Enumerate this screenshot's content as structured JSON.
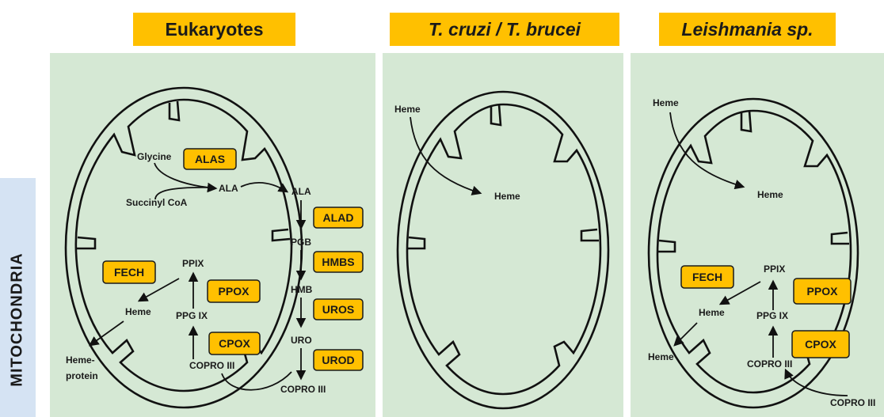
{
  "panels": [
    {
      "title": "Eukaryotes"
    },
    {
      "title": "T. cruzi / T. brucei"
    },
    {
      "title": "Leishmania sp."
    }
  ],
  "side_label": "MITOCHONDRIA",
  "eukaryotes": {
    "glycine": "Glycine",
    "succinyl_coa": "Succinyl CoA",
    "ala_inside": "ALA",
    "ala_outside": "ALA",
    "pgb": "PGB",
    "hmb": "HMB",
    "uro": "URO",
    "copro_outside": "COPRO III",
    "copro_inside": "COPRO III",
    "ppg_ix": "PPG IX",
    "ppix": "PPIX",
    "heme": "Heme",
    "heme_protein_1": "Heme-",
    "heme_protein_2": "protein",
    "enzymes": {
      "alas": "ALAS",
      "alad": "ALAD",
      "hmbs": "HMBS",
      "uros": "UROS",
      "urod": "UROD",
      "fech": "FECH",
      "ppox": "PPOX",
      "cpox": "CPOX"
    }
  },
  "trypanosoma": {
    "heme_out": "Heme",
    "heme_in": "Heme"
  },
  "leishmania": {
    "heme_out": "Heme",
    "heme_in": "Heme",
    "ppix": "PPIX",
    "ppg_ix": "PPG IX",
    "copro_inside": "COPRO III",
    "copro_outside": "COPRO III",
    "heme_mid": "Heme",
    "heme_low": "Heme",
    "enzymes": {
      "fech": "FECH",
      "ppox": "PPOX",
      "cpox": "CPOX"
    }
  }
}
